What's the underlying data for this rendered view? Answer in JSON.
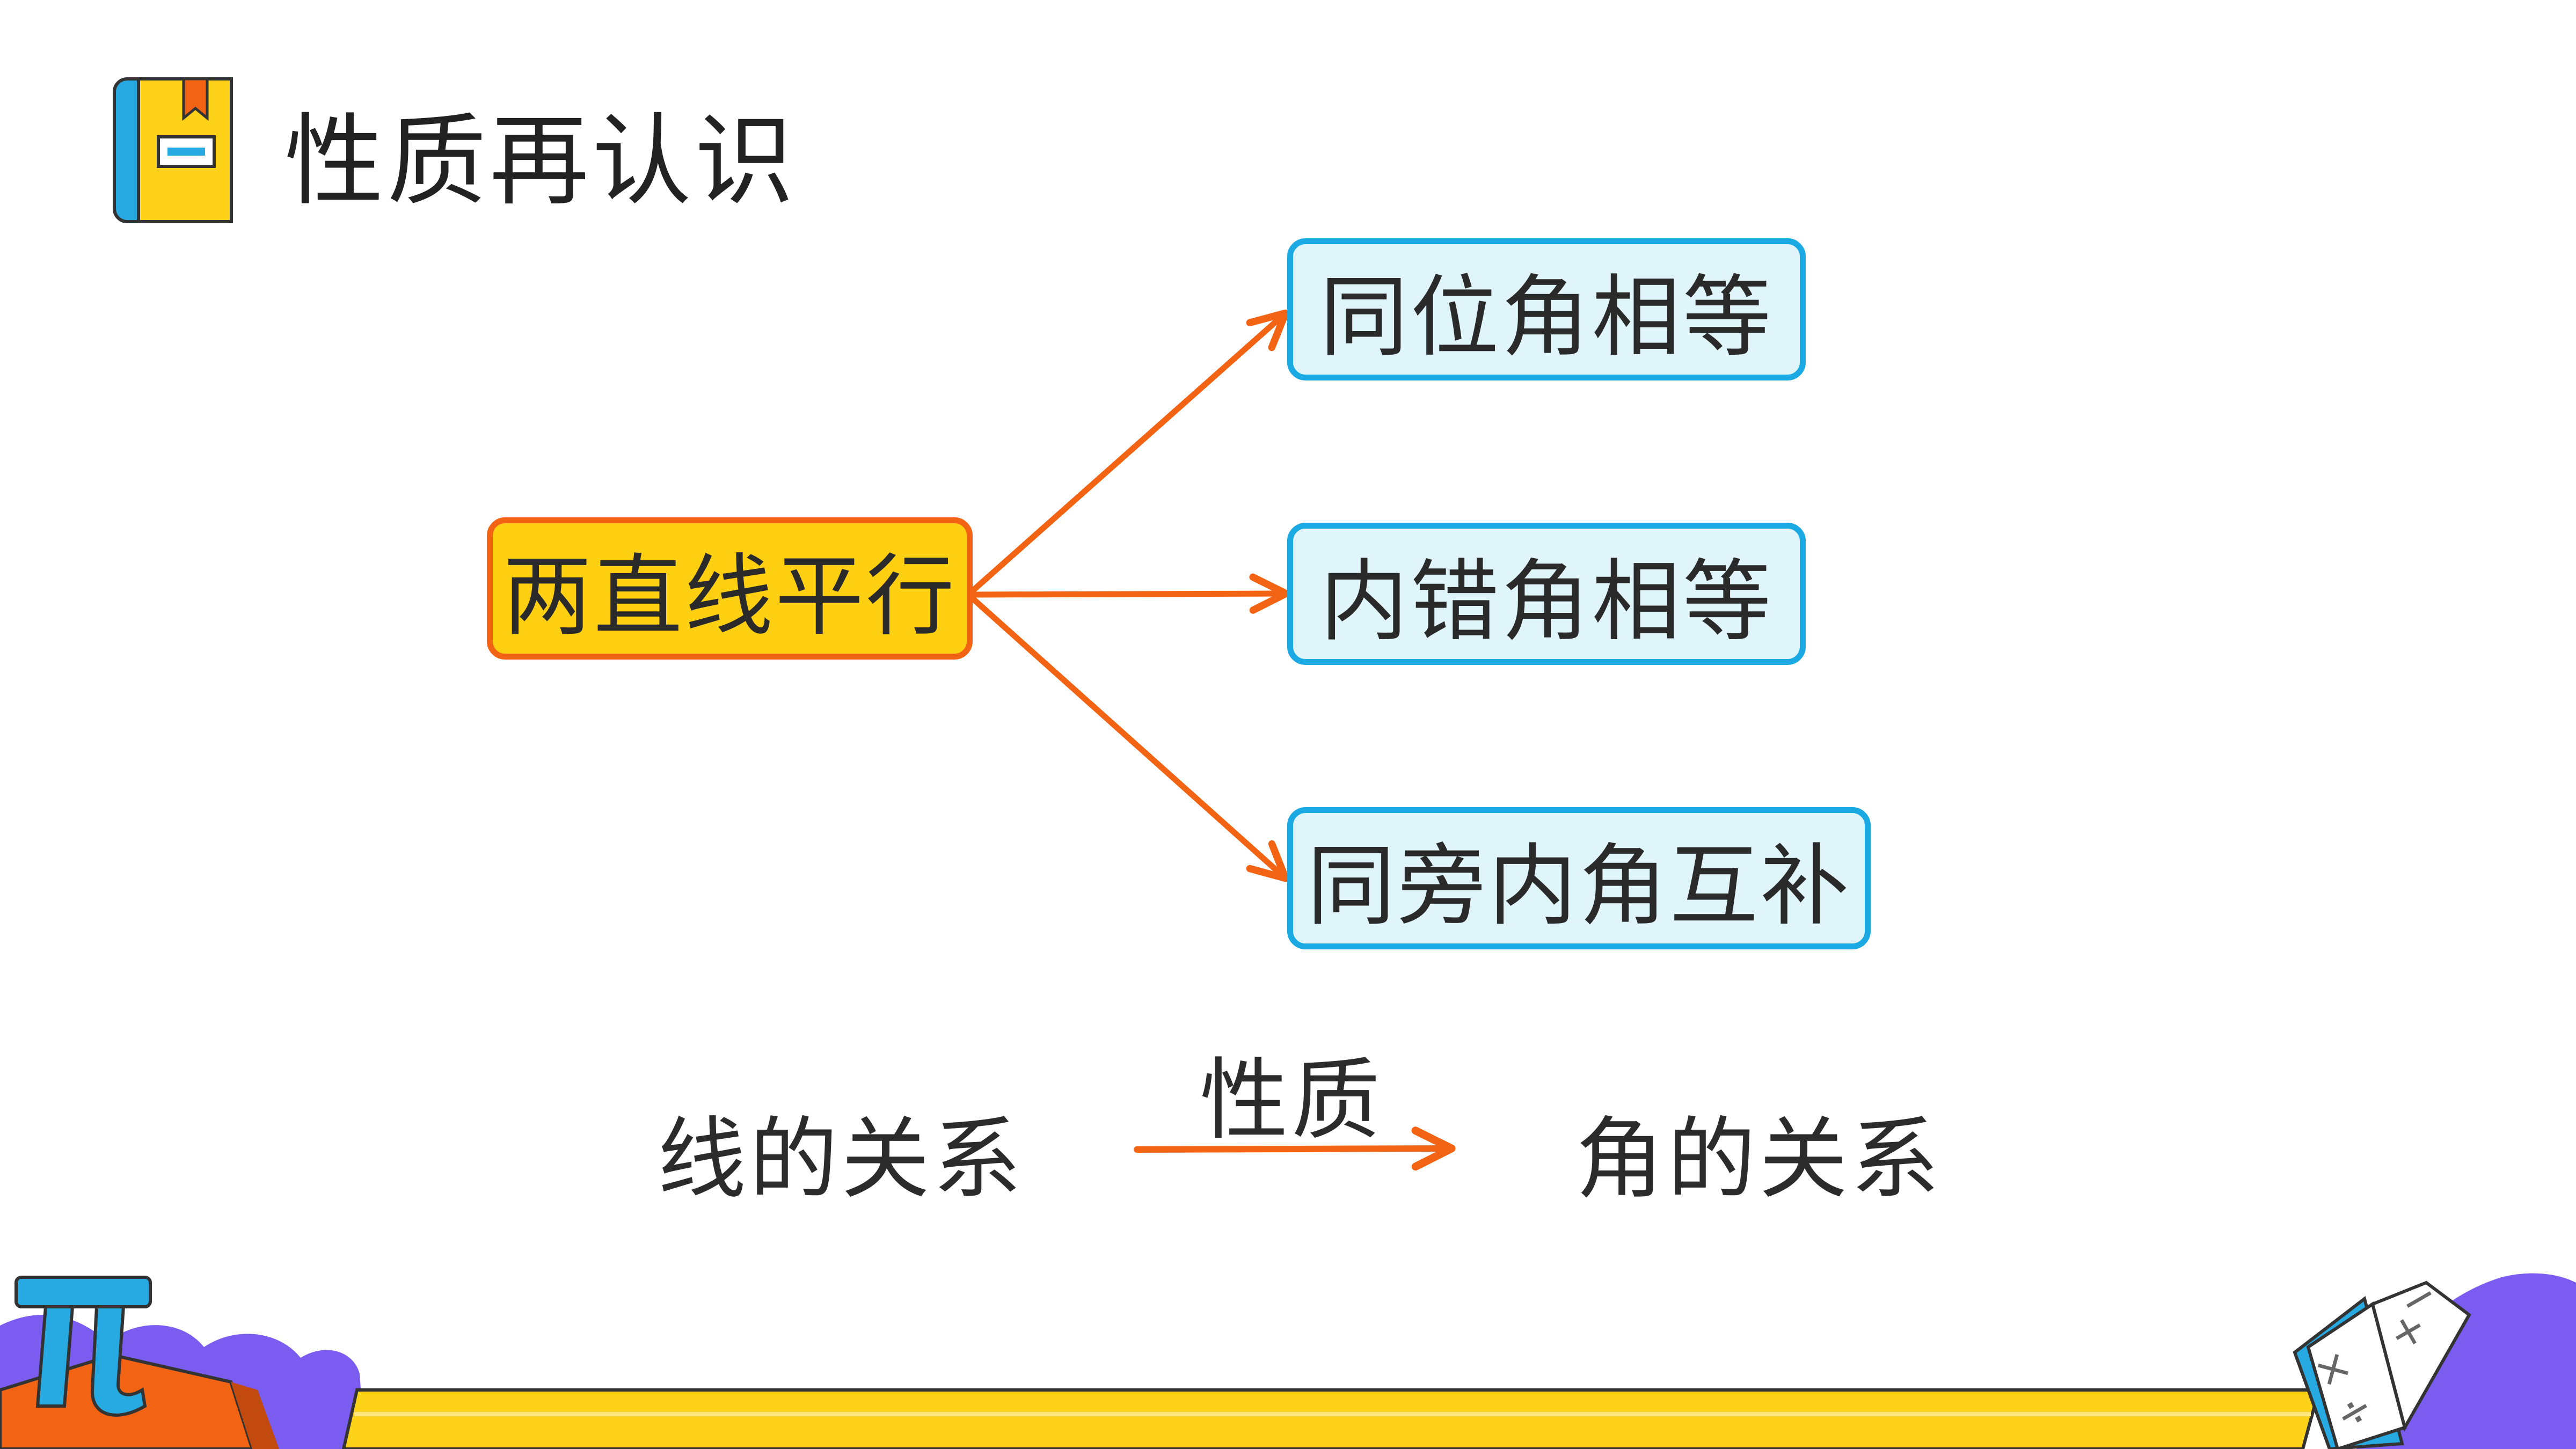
{
  "title": "性质再认识",
  "cause": "两直线平行",
  "results": [
    "同位角相等",
    "内错角相等",
    "同旁内角互补"
  ],
  "bottom": {
    "left": "线的关系",
    "arrow_label": "性质",
    "right": "角的关系"
  },
  "decor": {
    "pi_symbol": "π",
    "book_symbols": [
      "×",
      "÷",
      "+",
      "−"
    ]
  },
  "colors": {
    "cause_fill": "#ffcf12",
    "cause_border": "#f26414",
    "result_fill": "#dff5fa",
    "result_border": "#1aa9e2",
    "arrow": "#f26414",
    "footer_band": "#ffd21a",
    "purple": "#7b5cf0"
  }
}
